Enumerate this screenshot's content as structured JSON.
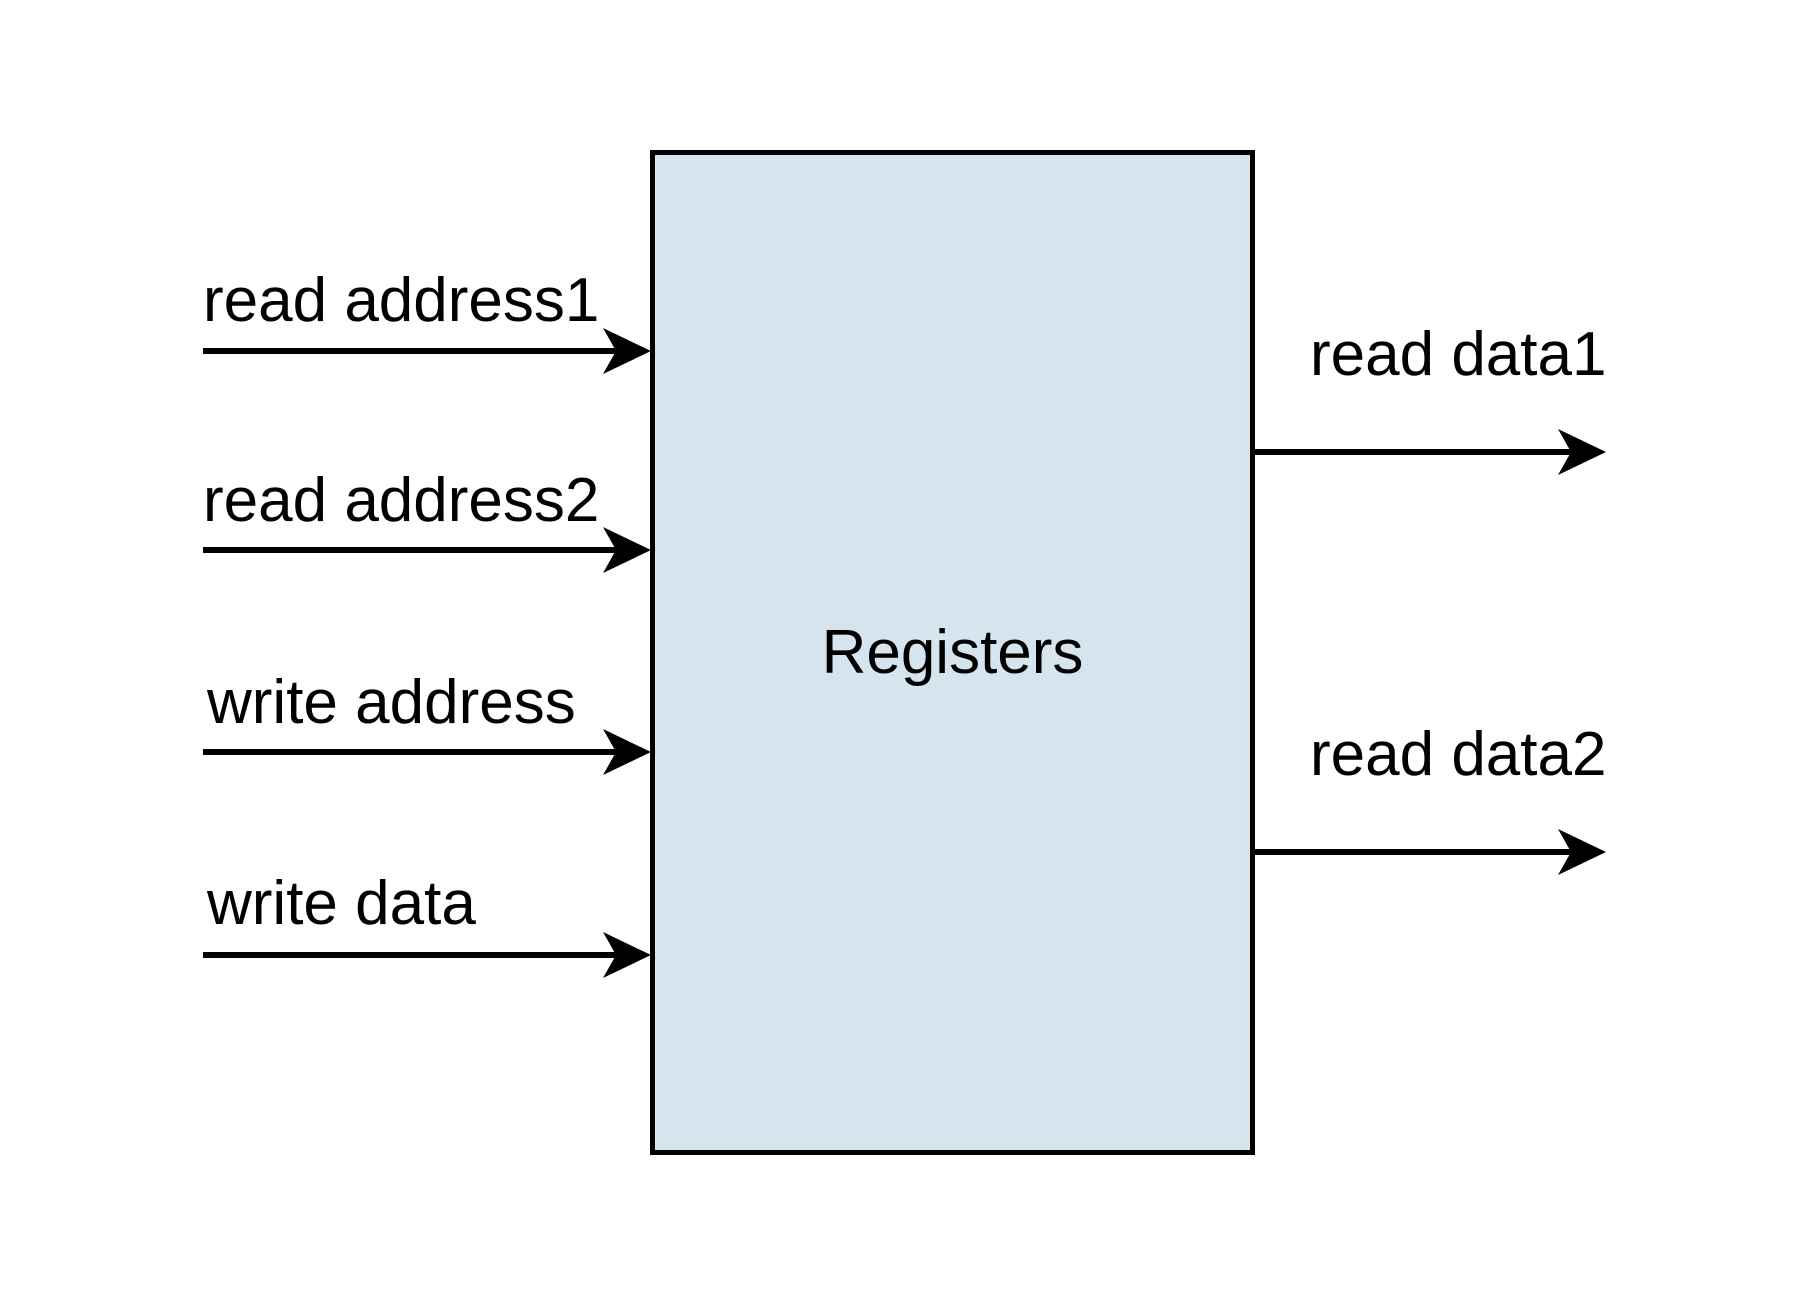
{
  "diagram": {
    "block": {
      "label": "Registers"
    },
    "inputs": [
      {
        "label": "read address1"
      },
      {
        "label": "read address2"
      },
      {
        "label": "write address"
      },
      {
        "label": "write data"
      }
    ],
    "outputs": [
      {
        "label": "read data1"
      },
      {
        "label": "read data2"
      }
    ],
    "colors": {
      "block_fill": "#d5e4ed",
      "block_border": "#000000",
      "arrow": "#000000",
      "text": "#000000",
      "background": "#ffffff"
    }
  }
}
